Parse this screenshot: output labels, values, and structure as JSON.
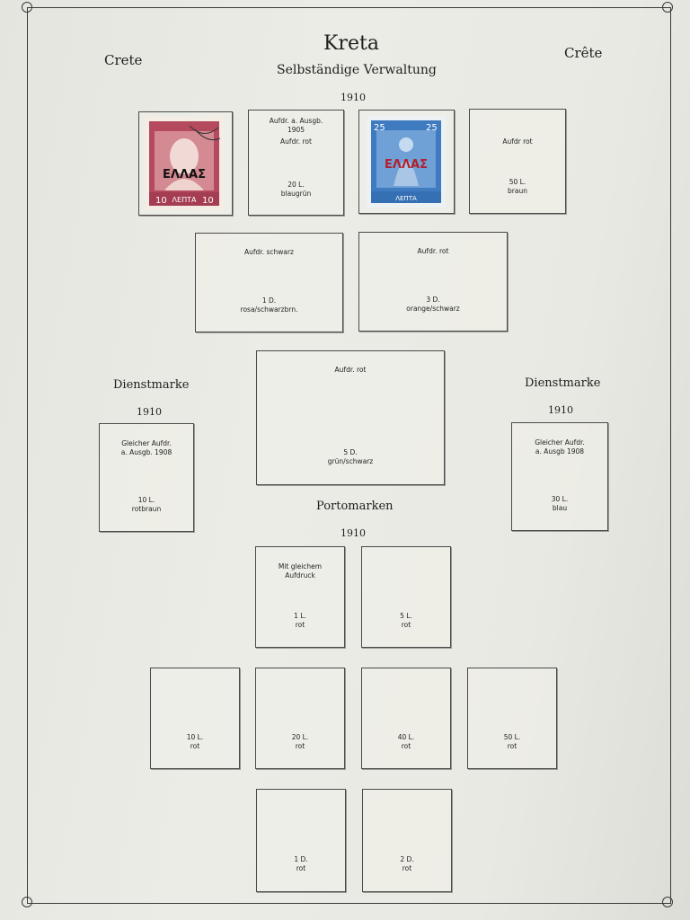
{
  "header": {
    "title": "Kreta",
    "subtitle": "Selbständige Verwaltung",
    "left_country": "Crete",
    "right_country": "Crête",
    "year_main": "1910"
  },
  "row1": [
    {
      "kind": "stamp",
      "overprint": "ΕΛΛΑΣ",
      "value": "10",
      "currency": "ΛΕΠΤΑ",
      "color": "#b0475a"
    },
    {
      "top": [
        "Aufdr. a. Ausgb.",
        "1905",
        "Aufdr. rot"
      ],
      "bottom": [
        "20 L.",
        "blaugrün"
      ]
    },
    {
      "kind": "stamp",
      "overprint": "ΕΛΛΑΣ",
      "value": "25",
      "currency": "ΛΕΠΤΑ",
      "color": "#4c86c4"
    },
    {
      "top": [
        "Aufdr  rot"
      ],
      "bottom": [
        "50 L.",
        "braun"
      ]
    }
  ],
  "row2": [
    {
      "top": [
        "Aufdr. schwarz"
      ],
      "bottom": [
        "1 D.",
        "rosa/schwarzbrn."
      ]
    },
    {
      "top": [
        "Aufdr. rot"
      ],
      "bottom": [
        "3 D.",
        "orange/schwarz"
      ]
    }
  ],
  "row3_center": {
    "top": [
      "Aufdr. rot"
    ],
    "bottom": [
      "5 D.",
      "grün/schwarz"
    ]
  },
  "dienst_left": {
    "heading": "Dienstmarke",
    "year": "1910",
    "box": {
      "top": [
        "Gleicher Aufdr.",
        "a. Ausgb. 1908"
      ],
      "bottom": [
        "10 L.",
        "rotbraun"
      ]
    }
  },
  "dienst_right": {
    "heading": "Dienstmarke",
    "year": "1910",
    "box": {
      "top": [
        "Gleicher Aufdr.",
        "a. Ausgb  1908"
      ],
      "bottom": [
        "30 L.",
        "blau"
      ]
    }
  },
  "porto": {
    "heading": "Portomarken",
    "year": "1910",
    "row1": [
      {
        "top": [
          "Mit gleichem",
          "Aufdruck"
        ],
        "bottom": [
          "1 L.",
          "rot"
        ]
      },
      {
        "top": [],
        "bottom": [
          "5 L.",
          "rot"
        ]
      }
    ],
    "row2": [
      {
        "top": [],
        "bottom": [
          "10 L.",
          "rot"
        ]
      },
      {
        "top": [],
        "bottom": [
          "20 L.",
          "rot"
        ]
      },
      {
        "top": [],
        "bottom": [
          "40 L.",
          "rot"
        ]
      },
      {
        "top": [],
        "bottom": [
          "50 L.",
          "rot"
        ]
      }
    ],
    "row3": [
      {
        "top": [],
        "bottom": [
          "1 D.",
          "rot"
        ]
      },
      {
        "top": [],
        "bottom": [
          "2 D.",
          "rot"
        ]
      }
    ]
  }
}
